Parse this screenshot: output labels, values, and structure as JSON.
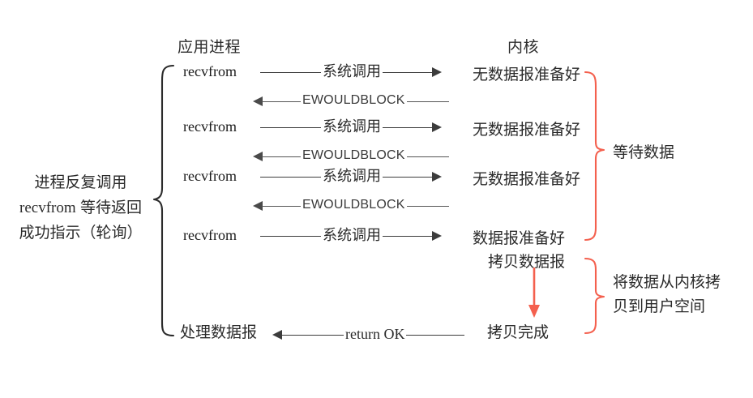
{
  "diagram": {
    "title_app": "应用进程",
    "title_kernel": "内核",
    "colors": {
      "ink": "#2b2b2b",
      "line": "#3c3c3c",
      "accent_red": "#F4604E"
    },
    "left_description": {
      "line1": "进程反复调用",
      "line2_mono": "recvfrom",
      "line2_rest": " 等待返回",
      "line3": "成功指示（轮询）"
    },
    "rows": [
      {
        "left": "recvfrom",
        "mid": "系统调用",
        "right": "无数据报准备好",
        "direction": "right"
      },
      {
        "left": "",
        "mid": "EWOULDBLOCK",
        "right": "",
        "direction": "left"
      },
      {
        "left": "recvfrom",
        "mid": "系统调用",
        "right": "无数据报准备好",
        "direction": "right"
      },
      {
        "left": "",
        "mid": "EWOULDBLOCK",
        "right": "",
        "direction": "left"
      },
      {
        "left": "recvfrom",
        "mid": "系统调用",
        "right": "无数据报准备好",
        "direction": "right"
      },
      {
        "left": "",
        "mid": "EWOULDBLOCK",
        "right": "",
        "direction": "left"
      },
      {
        "left": "recvfrom",
        "mid": "系统调用",
        "right": "数据报准备好",
        "direction": "right"
      }
    ],
    "copy_stage": {
      "copy_label": "拷贝数据报",
      "copy_done_label": "拷贝完成"
    },
    "final_row": {
      "left": "处理数据报",
      "mid": "return OK",
      "right": "拷贝完成",
      "direction": "left"
    },
    "brackets": [
      {
        "caption": "等待数据"
      },
      {
        "caption_line1": "将数据从内核拷",
        "caption_line2": "贝到用户空间"
      }
    ]
  }
}
